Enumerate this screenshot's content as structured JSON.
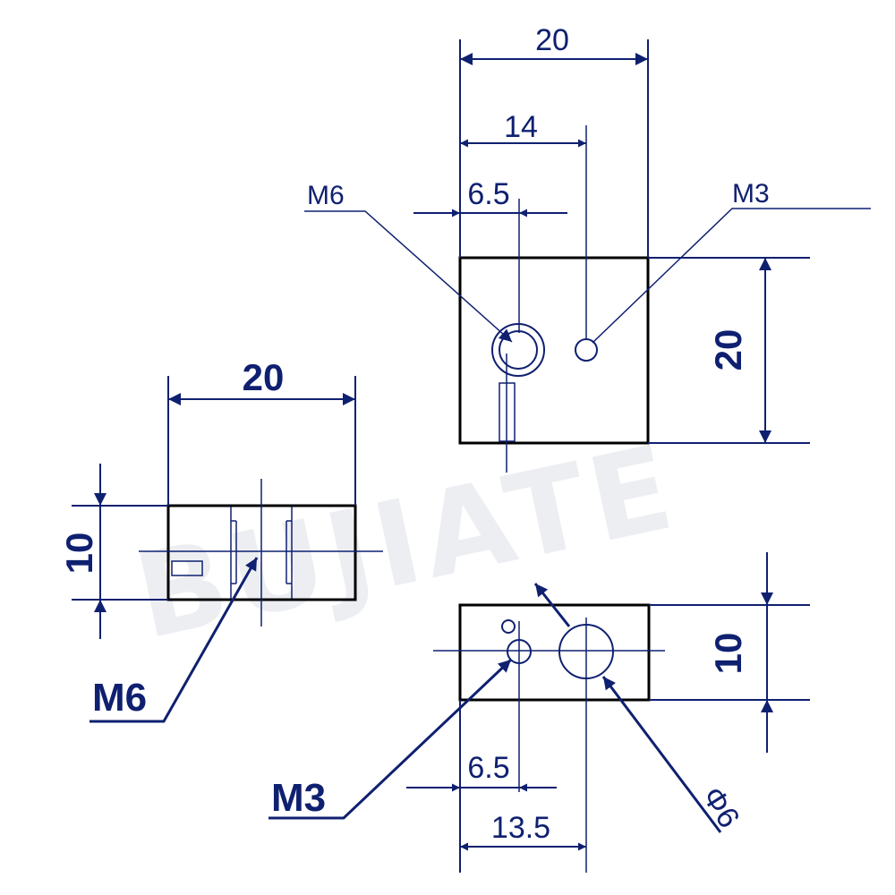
{
  "watermark": "BUJIATE",
  "front_view": {
    "width_dim": "20",
    "height_dim": "20",
    "dim_14": "14",
    "dim_6_5": "6.5",
    "label_m6": "M6",
    "label_m3": "M3"
  },
  "side_view": {
    "width_dim": "20",
    "height_dim": "10",
    "label_m6": "M6"
  },
  "top_view": {
    "height_dim": "10",
    "dim_6_5": "6.5",
    "dim_13_5": "13.5",
    "label_m3": "M3",
    "label_phi6": "Φ6"
  },
  "colors": {
    "annotation": "#0f2070",
    "outline": "#000000"
  }
}
